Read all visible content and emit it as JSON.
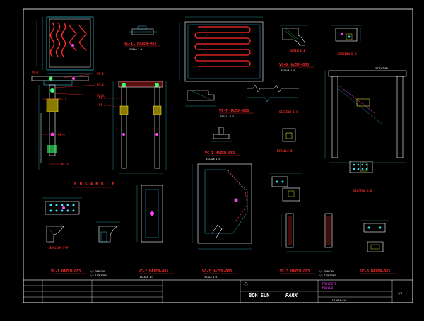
{
  "drawing": {
    "view_titles": {
      "vc11": "VC-11 HAZEN-083",
      "vc6": "VC-6 HAZEN-083",
      "vc7": "VC-7 HAZEN-083",
      "ensamble": "E N S A M B L E",
      "vc1a": "VC-1 HAZEN-083",
      "vc2": "VC-2 HAZEN-083",
      "vc7b": "VC-7 HAZEN-083",
      "vc3": "VC-3 HAZEN-083",
      "vc8": "VC-8 HAZEN-083"
    },
    "callouts": [
      "VC-7",
      "VC-9",
      "VC-8",
      "VC-6",
      "VC-11",
      "VC-4",
      "VC-3",
      "VC-2",
      "VC-1"
    ],
    "legend_left": [
      "1/1 DERECHO",
      "1/1 IZQUIERDO"
    ],
    "legend_right": [
      "1/1 DERECHO",
      "1/1 IZQUIERDO"
    ]
  },
  "title_block": {
    "company": "BOH SUN",
    "logo_text": "PARK",
    "project_lines": [
      "PROYECTO",
      "MODULO"
    ],
    "drawing_no": "FD-001-CV3",
    "sheet": "1/1"
  },
  "colors": {
    "background": "#000000",
    "frame": "#ffffff",
    "dims": "#38e6ff",
    "titles": "#ff2b2b",
    "part_labels": "#ff44ff",
    "objects": "#ffffff",
    "hatch_green": "#38ff6a",
    "accent_yellow": "#ffff33",
    "blue_dim": "#4a6bff"
  }
}
